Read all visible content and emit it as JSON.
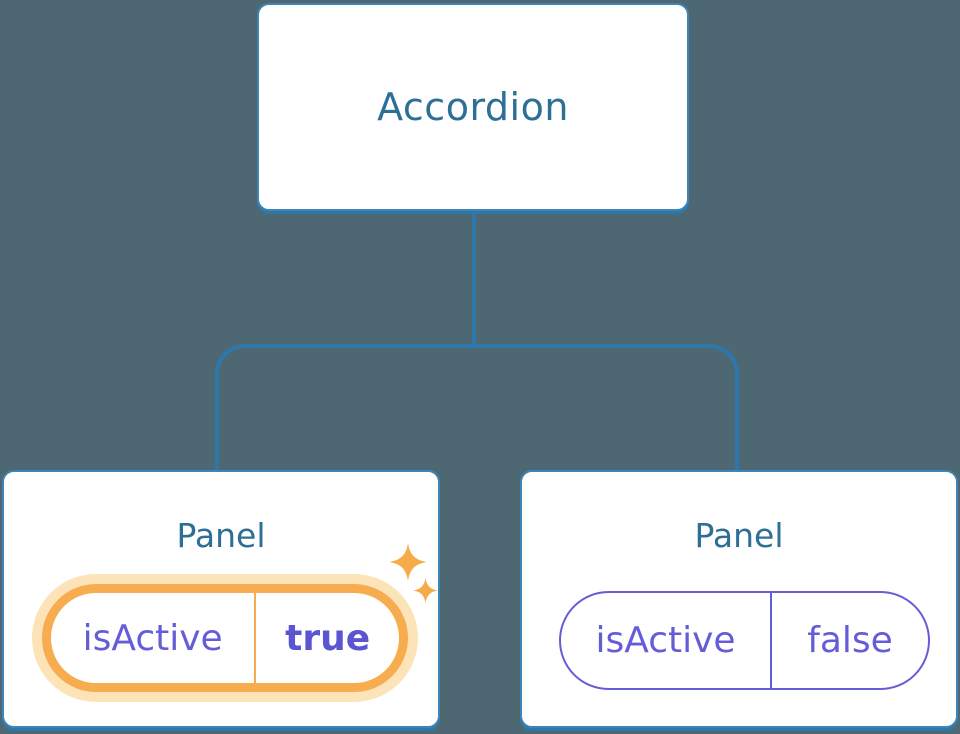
{
  "theme": {
    "background": "#4d6873",
    "line": "#2e77ab",
    "box_border": "#3e85b5",
    "box_fill": "#ffffff",
    "title_text": "#2e6f96",
    "purple": "#655dd8",
    "purple_bold": "#5c55d2",
    "orange": "#f7ad4f",
    "orange_soft": "#fde3b8",
    "sparkle": "#f6ab4a"
  },
  "diagram": {
    "root": {
      "label": "Accordion"
    },
    "panels": [
      {
        "label": "Panel",
        "state_name": "isActive",
        "state_value": "true",
        "highlighted": true
      },
      {
        "label": "Panel",
        "state_name": "isActive",
        "state_value": "false",
        "highlighted": false
      }
    ]
  },
  "icons": {
    "sparkle_large": "sparkle-icon",
    "sparkle_small": "sparkle-icon"
  }
}
